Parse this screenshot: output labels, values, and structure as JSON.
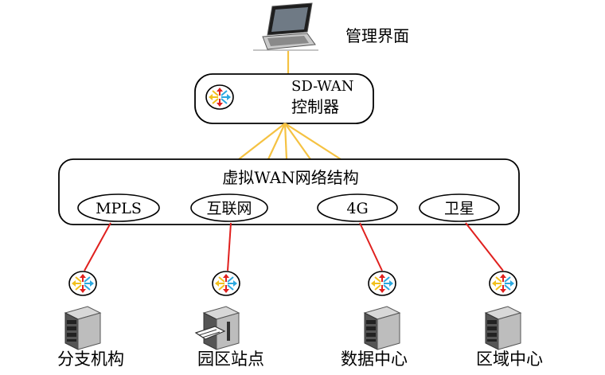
{
  "management": {
    "label": "管理界面"
  },
  "controller": {
    "line1": "SD-WAN",
    "line2": "控制器"
  },
  "virtual_wan": {
    "title": "虚拟WAN网络结构",
    "transports": [
      "MPLS",
      "互联网",
      "4G",
      "卫星"
    ]
  },
  "sites": [
    "分支机构",
    "园区站点",
    "数据中心",
    "区域中心"
  ],
  "colors": {
    "controller_link": "#f5c242",
    "site_link": "#e0201e",
    "router_yellow": "#f2c01c",
    "router_red": "#e0201e",
    "router_blue": "#2aa8e0",
    "stroke": "#000000"
  }
}
